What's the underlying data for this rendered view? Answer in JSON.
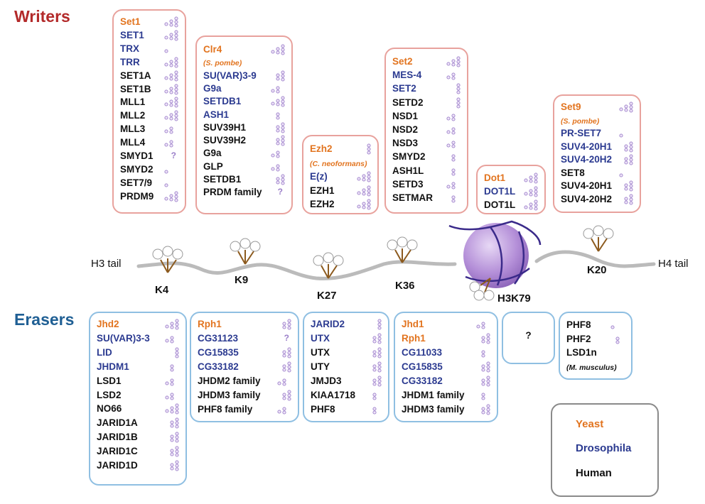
{
  "titles": {
    "writers": "Writers",
    "erasers": "Erasers"
  },
  "colors": {
    "writers": "#b32a2a",
    "erasers": "#1f5f94",
    "yeast": "#e2741f",
    "drosophila": "#2b3a90",
    "human": "#111111"
  },
  "writers": [
    {
      "rows": [
        {
          "t": "Set1",
          "o": "yeast",
          "m": "123"
        },
        {
          "t": "SET1",
          "o": "dros",
          "m": "123"
        },
        {
          "t": "TRX",
          "o": "dros",
          "m": "1"
        },
        {
          "t": "TRR",
          "o": "dros",
          "m": "123"
        },
        {
          "t": "SET1A",
          "o": "human",
          "m": "123"
        },
        {
          "t": "SET1B",
          "o": "human",
          "m": "123"
        },
        {
          "t": "MLL1",
          "o": "human",
          "m": "123"
        },
        {
          "t": "MLL2",
          "o": "human",
          "m": "123"
        },
        {
          "t": "MLL3",
          "o": "human",
          "m": "12"
        },
        {
          "t": "MLL4",
          "o": "human",
          "m": "12"
        },
        {
          "t": "SMYD1",
          "o": "human",
          "m": "?"
        },
        {
          "t": "SMYD2",
          "o": "human",
          "m": "1"
        },
        {
          "t": "SET7/9",
          "o": "human",
          "m": "1"
        },
        {
          "t": "PRDM9",
          "o": "human",
          "m": "123"
        }
      ]
    },
    {
      "rows": [
        {
          "t": "Clr4",
          "o": "yeast",
          "m": "123"
        },
        {
          "t": "(S. pombe)",
          "o": "sub",
          "m": ""
        },
        {
          "t": "SU(VAR)3-9",
          "o": "dros",
          "m": "23"
        },
        {
          "t": "G9a",
          "o": "dros",
          "m": "12"
        },
        {
          "t": "SETDB1",
          "o": "dros",
          "m": "123"
        },
        {
          "t": "ASH1",
          "o": "dros",
          "m": "2"
        },
        {
          "t": "SUV39H1",
          "o": "human",
          "m": "23"
        },
        {
          "t": "SUV39H2",
          "o": "human",
          "m": "23"
        },
        {
          "t": "G9a",
          "o": "human",
          "m": "12"
        },
        {
          "t": "GLP",
          "o": "human",
          "m": "12"
        },
        {
          "t": "SETDB1",
          "o": "human",
          "m": "23"
        },
        {
          "t": "PRDM family",
          "o": "human",
          "m": "?"
        }
      ]
    },
    {
      "rows": [
        {
          "t": "Ezh2",
          "o": "yeast",
          "m": "3"
        },
        {
          "t": "(C. neoformans)",
          "o": "sub",
          "m": ""
        },
        {
          "t": "E(z)",
          "o": "dros",
          "m": "123"
        },
        {
          "t": "EZH1",
          "o": "human",
          "m": "123"
        },
        {
          "t": "EZH2",
          "o": "human",
          "m": "123"
        }
      ]
    },
    {
      "rows": [
        {
          "t": "Set2",
          "o": "yeast",
          "m": "123"
        },
        {
          "t": "MES-4",
          "o": "dros",
          "m": "12"
        },
        {
          "t": "SET2",
          "o": "dros",
          "m": "3"
        },
        {
          "t": "SETD2",
          "o": "human",
          "m": "3"
        },
        {
          "t": "NSD1",
          "o": "human",
          "m": "12"
        },
        {
          "t": "NSD2",
          "o": "human",
          "m": "12"
        },
        {
          "t": "NSD3",
          "o": "human",
          "m": "12"
        },
        {
          "t": "SMYD2",
          "o": "human",
          "m": "2"
        },
        {
          "t": "ASH1L",
          "o": "human",
          "m": "2"
        },
        {
          "t": "SETD3",
          "o": "human",
          "m": "12"
        },
        {
          "t": "SETMAR",
          "o": "human",
          "m": "2"
        }
      ]
    },
    {
      "rows": [
        {
          "t": "Dot1",
          "o": "yeast",
          "m": "123"
        },
        {
          "t": "DOT1L",
          "o": "dros",
          "m": "123"
        },
        {
          "t": "DOT1L",
          "o": "human",
          "m": "123"
        }
      ]
    },
    {
      "rows": [
        {
          "t": "Set9",
          "o": "yeast",
          "m": "123"
        },
        {
          "t": "(S. pombe)",
          "o": "sub",
          "m": ""
        },
        {
          "t": "PR-SET7",
          "o": "dros",
          "m": "1"
        },
        {
          "t": "SUV4-20H1",
          "o": "dros",
          "m": "23"
        },
        {
          "t": "SUV4-20H2",
          "o": "dros",
          "m": "23"
        },
        {
          "t": "SET8",
          "o": "human",
          "m": "1"
        },
        {
          "t": "SUV4-20H1",
          "o": "human",
          "m": "23"
        },
        {
          "t": "SUV4-20H2",
          "o": "human",
          "m": "23"
        }
      ]
    }
  ],
  "erasers": [
    {
      "rows": [
        {
          "t": "Jhd2",
          "o": "yeast",
          "m": "123"
        },
        {
          "t": "SU(VAR)3-3",
          "o": "dros",
          "m": "12"
        },
        {
          "t": "LID",
          "o": "dros",
          "m": "3"
        },
        {
          "t": "JHDM1",
          "o": "dros",
          "m": "2"
        },
        {
          "t": "LSD1",
          "o": "human",
          "m": "12"
        },
        {
          "t": "LSD2",
          "o": "human",
          "m": "12"
        },
        {
          "t": "NO66",
          "o": "human",
          "m": "123"
        },
        {
          "t": "JARID1A",
          "o": "human",
          "m": "23"
        },
        {
          "t": "JARID1B",
          "o": "human",
          "m": "23"
        },
        {
          "t": "JARID1C",
          "o": "human",
          "m": "23"
        },
        {
          "t": "JARID1D",
          "o": "human",
          "m": "23"
        }
      ]
    },
    {
      "rows": [
        {
          "t": "Rph1",
          "o": "yeast",
          "m": "23"
        },
        {
          "t": "CG31123",
          "o": "dros",
          "m": "?"
        },
        {
          "t": "CG15835",
          "o": "dros",
          "m": "23"
        },
        {
          "t": "CG33182",
          "o": "dros",
          "m": "23"
        },
        {
          "t": "JHDM2 family",
          "o": "human",
          "m": "12"
        },
        {
          "t": "JHDM3 family",
          "o": "human",
          "m": "23"
        },
        {
          "t": "PHF8 family",
          "o": "human",
          "m": "12"
        }
      ]
    },
    {
      "rows": [
        {
          "t": "JARID2",
          "o": "dros",
          "m": "3"
        },
        {
          "t": "UTX",
          "o": "dros",
          "m": "23"
        },
        {
          "t": "UTX",
          "o": "human",
          "m": "23"
        },
        {
          "t": "UTY",
          "o": "human",
          "m": "23"
        },
        {
          "t": "JMJD3",
          "o": "human",
          "m": "23"
        },
        {
          "t": "KIAA1718",
          "o": "human",
          "m": "2"
        },
        {
          "t": "PHF8",
          "o": "human",
          "m": "2"
        }
      ]
    },
    {
      "rows": [
        {
          "t": "Jhd1",
          "o": "yeast",
          "m": "12"
        },
        {
          "t": "Rph1",
          "o": "yeast",
          "m": "23"
        },
        {
          "t": "CG11033",
          "o": "dros",
          "m": "2"
        },
        {
          "t": "CG15835",
          "o": "dros",
          "m": "23"
        },
        {
          "t": "CG33182",
          "o": "dros",
          "m": "23"
        },
        {
          "t": "JHDM1 family",
          "o": "human",
          "m": "2"
        },
        {
          "t": "JHDM3 family",
          "o": "human",
          "m": "23"
        }
      ]
    },
    {
      "rows": [
        {
          "t": "?",
          "o": "human",
          "m": ""
        }
      ]
    },
    {
      "rows": [
        {
          "t": "PHF8",
          "o": "human",
          "m": "1"
        },
        {
          "t": "PHF2",
          "o": "human",
          "m": "2"
        },
        {
          "t": "LSD1n",
          "o": "human",
          "m": ""
        },
        {
          "t": "(M. musculus)",
          "o": "subh",
          "m": ""
        }
      ]
    }
  ],
  "sites": [
    "K4",
    "K9",
    "K27",
    "K36",
    "H3K79",
    "K20"
  ],
  "tails": {
    "h3": "H3 tail",
    "h4": "H4 tail"
  },
  "legend": [
    "Yeast",
    "Drosophila",
    "Human"
  ]
}
